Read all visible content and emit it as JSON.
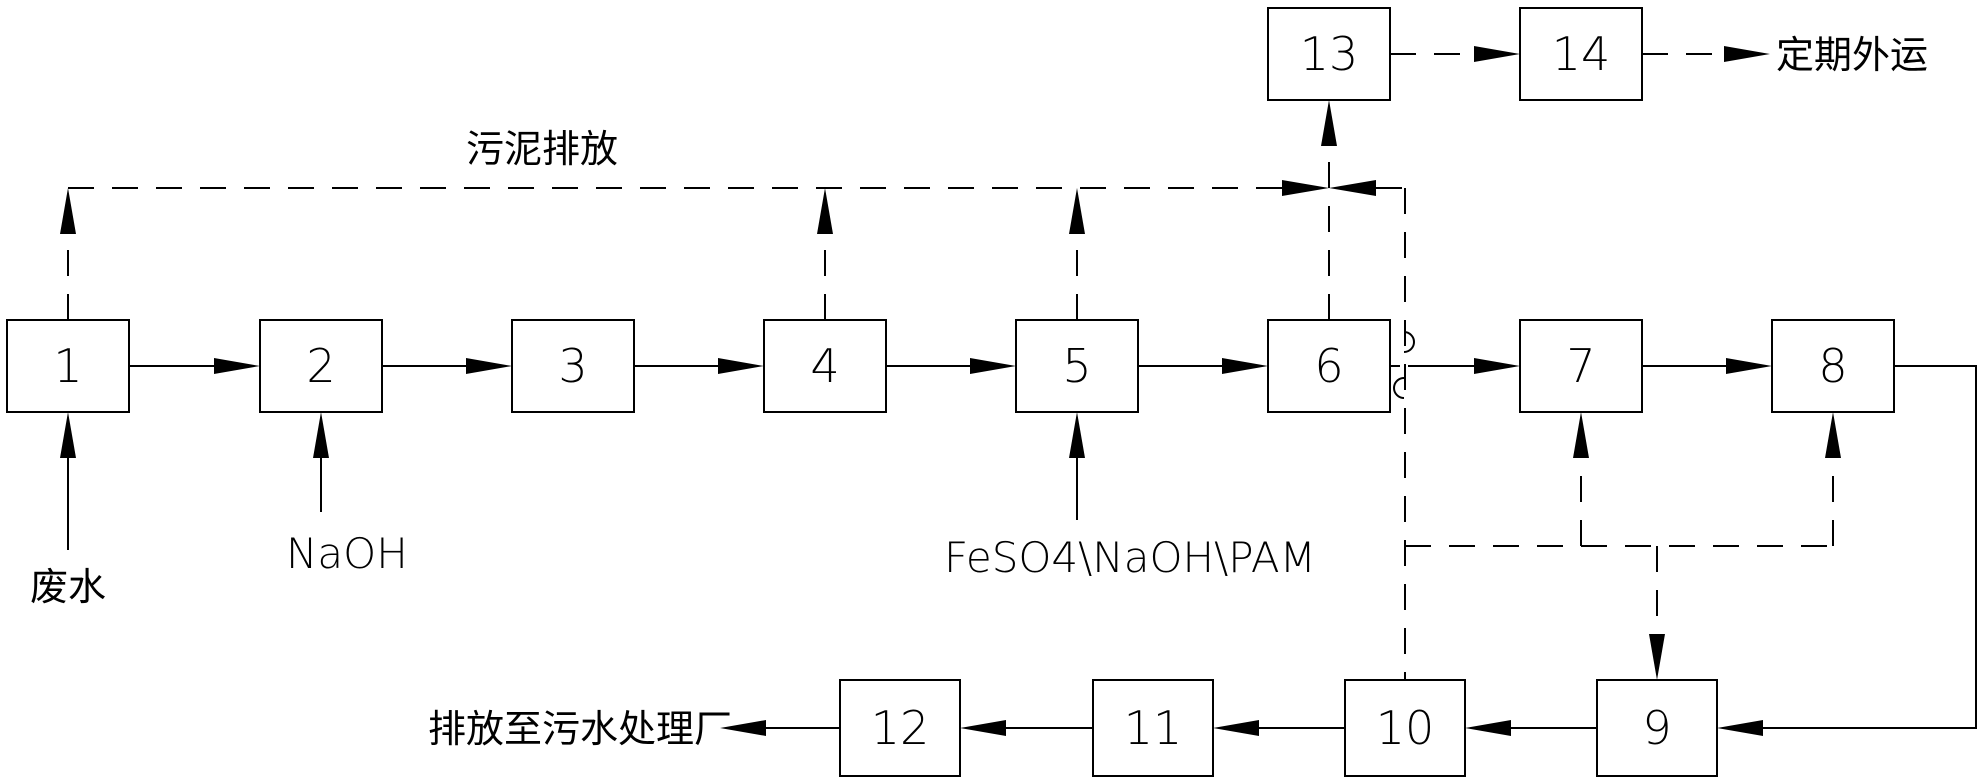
{
  "diagram": {
    "boxes": {
      "b1": "1",
      "b2": "2",
      "b3": "3",
      "b4": "4",
      "b5": "5",
      "b6": "6",
      "b7": "7",
      "b8": "8",
      "b9": "9",
      "b10": "10",
      "b11": "11",
      "b12": "12",
      "b13": "13",
      "b14": "14"
    },
    "labels": {
      "wastewater": "废水",
      "naoh": "NaOH",
      "chemicals": "FeSO4\\NaOH\\PAM",
      "sludge_discharge": "污泥排放",
      "regular_transport": "定期外运",
      "discharge_plant": "排放至污水处理厂"
    }
  }
}
